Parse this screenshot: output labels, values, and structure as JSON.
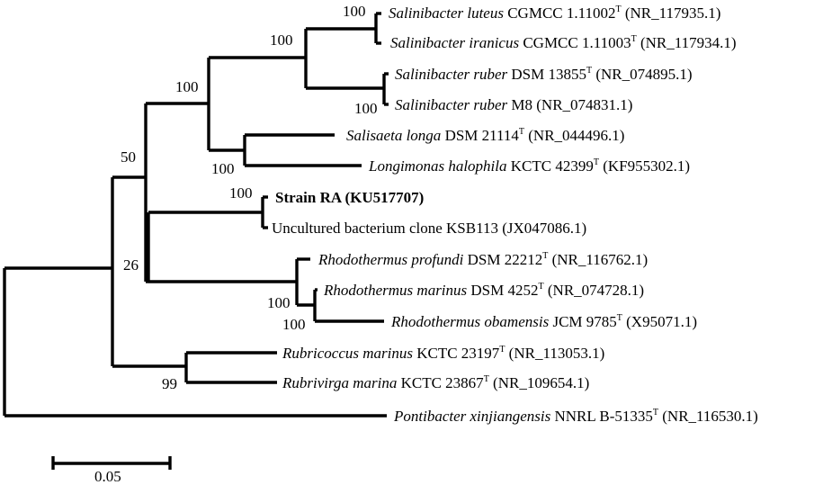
{
  "tree": {
    "taxa": {
      "sal_luteus": {
        "genus": "Salinibacter luteus",
        "strain": "CGMCC 1.11002",
        "sup": "T",
        "accession": "(NR_117935.1)"
      },
      "sal_iranicus": {
        "genus": "Salinibacter iranicus",
        "strain": "CGMCC 1.11003",
        "sup": "T",
        "accession": "(NR_117934.1)"
      },
      "sal_ruber_dsm": {
        "genus": "Salinibacter ruber",
        "strain": "DSM 13855",
        "sup": "T",
        "accession": "(NR_074895.1)"
      },
      "sal_ruber_m8": {
        "genus": "Salinibacter ruber",
        "strain": "M8",
        "sup": "",
        "accession": "(NR_074831.1)"
      },
      "salisaeta": {
        "genus": "Salisaeta longa",
        "strain": "DSM 21114",
        "sup": "T",
        "accession": "(NR_044496.1)"
      },
      "longimonas": {
        "genus": "Longimonas halophila",
        "strain": "KCTC 42399",
        "sup": "T",
        "accession": "(KF955302.1)"
      },
      "strain_ra": {
        "label": "Strain RA (KU517707)"
      },
      "uncultured": {
        "label": "Uncultured bacterium clone KSB113 (JX047086.1)"
      },
      "rh_profundi": {
        "genus": "Rhodothermus profundi",
        "strain": "DSM 22212",
        "sup": "T",
        "accession": "(NR_116762.1)"
      },
      "rh_marinus": {
        "genus": "Rhodothermus marinus",
        "strain": "DSM 4252",
        "sup": "T",
        "accession": "(NR_074728.1)"
      },
      "rh_obamensis": {
        "genus": "Rhodothermus obamensis",
        "strain": "JCM 9785",
        "sup": "T",
        "accession": "(X95071.1)"
      },
      "rubricoccus": {
        "genus": "Rubricoccus marinus",
        "strain": "KCTC 23197",
        "sup": "T",
        "accession": "(NR_113053.1)"
      },
      "rubrivirga": {
        "genus": "Rubrivirga marina",
        "strain": "KCTC 23867",
        "sup": "T",
        "accession": "(NR_109654.1)"
      },
      "pontibacter": {
        "genus": "Pontibacter xinjiangensis",
        "strain": "NNRL B-51335",
        "sup": "T",
        "accession": "(NR_116530.1)"
      }
    },
    "bootstrap": {
      "luteus_iranicus": "100",
      "salinibacter": "100",
      "ruber": "100",
      "salinibacter_group": "100",
      "salisaeta_longimonas": "100",
      "clade_50": "50",
      "strain_ra_clade": "100",
      "clade_26": "26",
      "marinus_obamensis": "100",
      "rhodothermus": "100",
      "rubricoccus_rubrivirga": "99"
    },
    "scale_label": "0.05"
  }
}
